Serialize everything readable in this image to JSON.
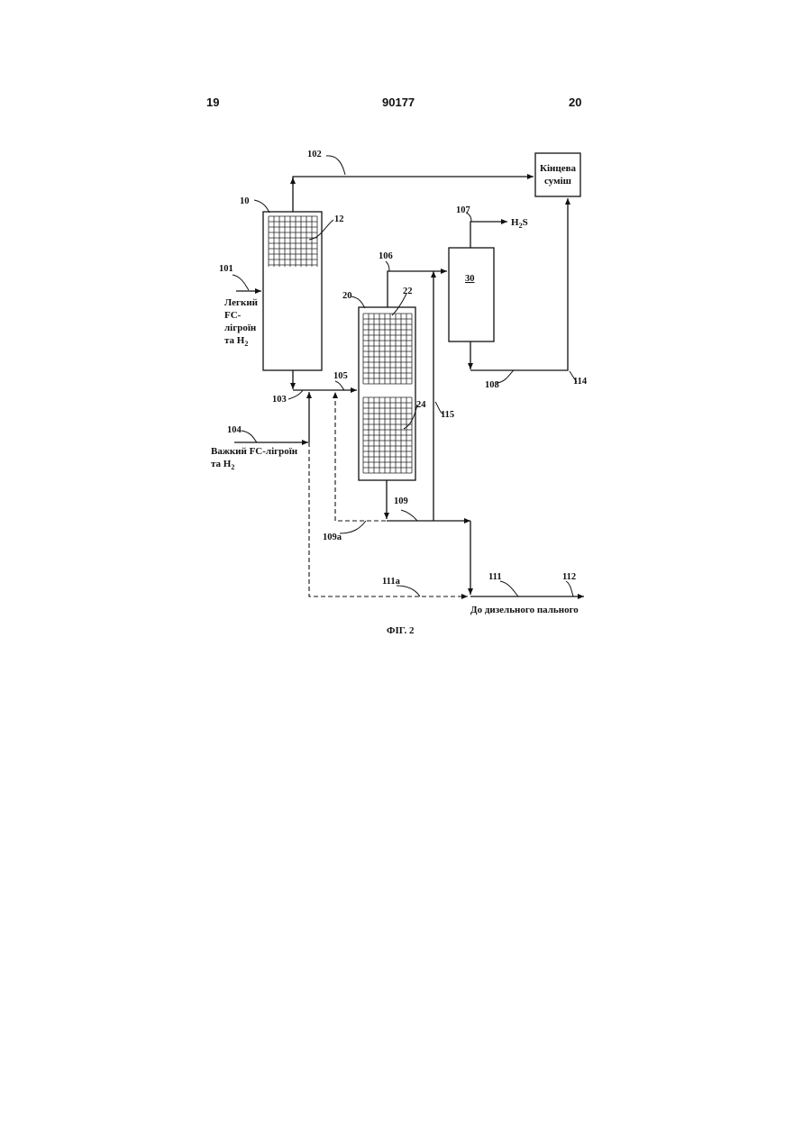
{
  "header": {
    "page_left": "19",
    "doc_number": "90177",
    "page_right": "20"
  },
  "units": {
    "reactor_1": "10",
    "bed_1": "12",
    "reactor_2": "20",
    "bed_2_top": "22",
    "bed_2_bottom": "24",
    "separator": "30",
    "final_mix_line1": "Кінцева",
    "final_mix_line2": "суміш"
  },
  "streams": {
    "s101": "101",
    "s102": "102",
    "s103": "103",
    "s104": "104",
    "s105": "105",
    "s106": "106",
    "s107": "107",
    "s108": "108",
    "s109": "109",
    "s109a": "109a",
    "s111": "111",
    "s111a": "111a",
    "s112": "112",
    "s114": "114",
    "s115": "115"
  },
  "feeds": {
    "light_line1": "Легкий",
    "light_line2": "FC-",
    "light_line3": "лігроїн",
    "light_line4_prefix": "та H",
    "light_line4_sub": "2",
    "heavy_line1": "Важкий FC-лігроїн",
    "heavy_line2_prefix": "та H",
    "heavy_line2_sub": "2"
  },
  "outputs": {
    "h2s_prefix": "H",
    "h2s_sub": "2",
    "h2s_suffix": "S",
    "diesel": "До дизельного пального"
  },
  "caption": "ФІГ. 2"
}
